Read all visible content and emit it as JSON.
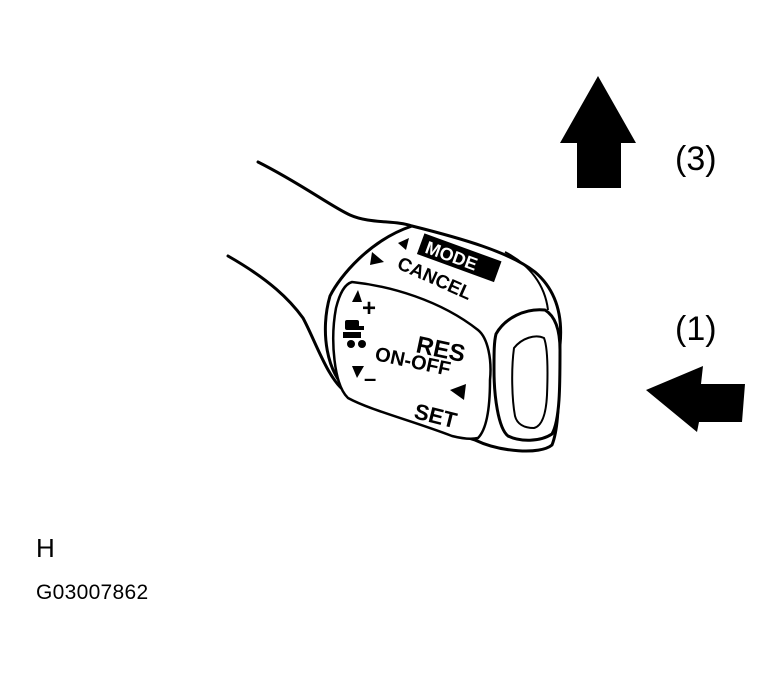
{
  "labels": {
    "arrow_3": "(3)",
    "arrow_1": "(1)"
  },
  "lever": {
    "mode": "MODE",
    "cancel": "CANCEL",
    "plus": "+",
    "minus": "–",
    "res": "RES",
    "on_off": "ON-OFF",
    "set": "SET"
  },
  "caption": {
    "letter": "H",
    "code": "G03007862"
  },
  "colors": {
    "ink": "#000000",
    "background": "#ffffff"
  },
  "icons": {
    "cruise": "cruise-control-car-icon"
  }
}
